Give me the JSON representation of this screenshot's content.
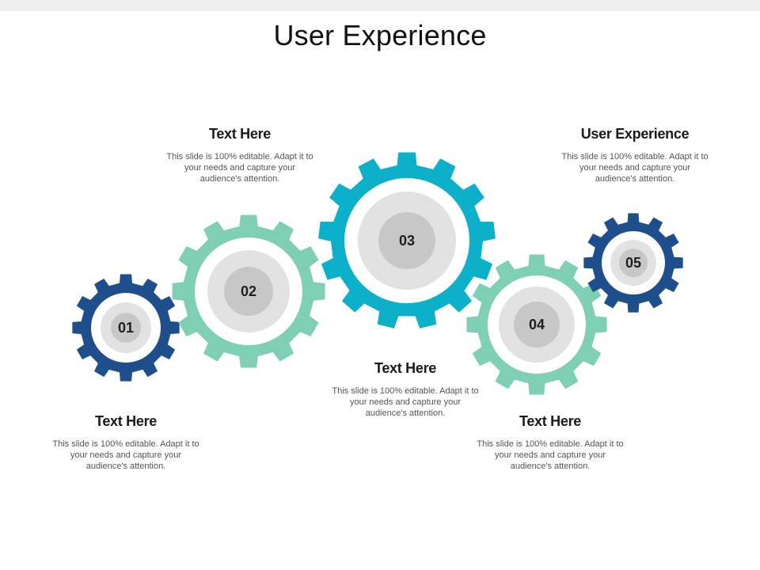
{
  "title": "User Experience",
  "colors": {
    "navy": "#1e4f8c",
    "mint": "#7fcfb4",
    "teal": "#0db0c9",
    "ring": "#e2e2e2",
    "core": "#c7c7c7"
  },
  "gears": [
    {
      "label": "01",
      "color": "navy"
    },
    {
      "label": "02",
      "color": "mint"
    },
    {
      "label": "03",
      "color": "teal"
    },
    {
      "label": "04",
      "color": "mint"
    },
    {
      "label": "05",
      "color": "navy"
    }
  ],
  "blocks": [
    {
      "heading": "Text Here",
      "text": "This slide is 100% editable. Adapt it to your needs and capture your audience's attention."
    },
    {
      "heading": "Text Here",
      "text": "This slide is 100% editable. Adapt it to your needs and capture your audience's attention."
    },
    {
      "heading": "Text Here",
      "text": "This slide is 100% editable. Adapt it to your needs and capture your audience's attention."
    },
    {
      "heading": "Text Here",
      "text": "This slide is 100% editable. Adapt it to your needs and capture your audience's attention."
    },
    {
      "heading": "User Experience",
      "text": "This slide is 100% editable. Adapt it to your needs and capture your audience's attention."
    }
  ]
}
